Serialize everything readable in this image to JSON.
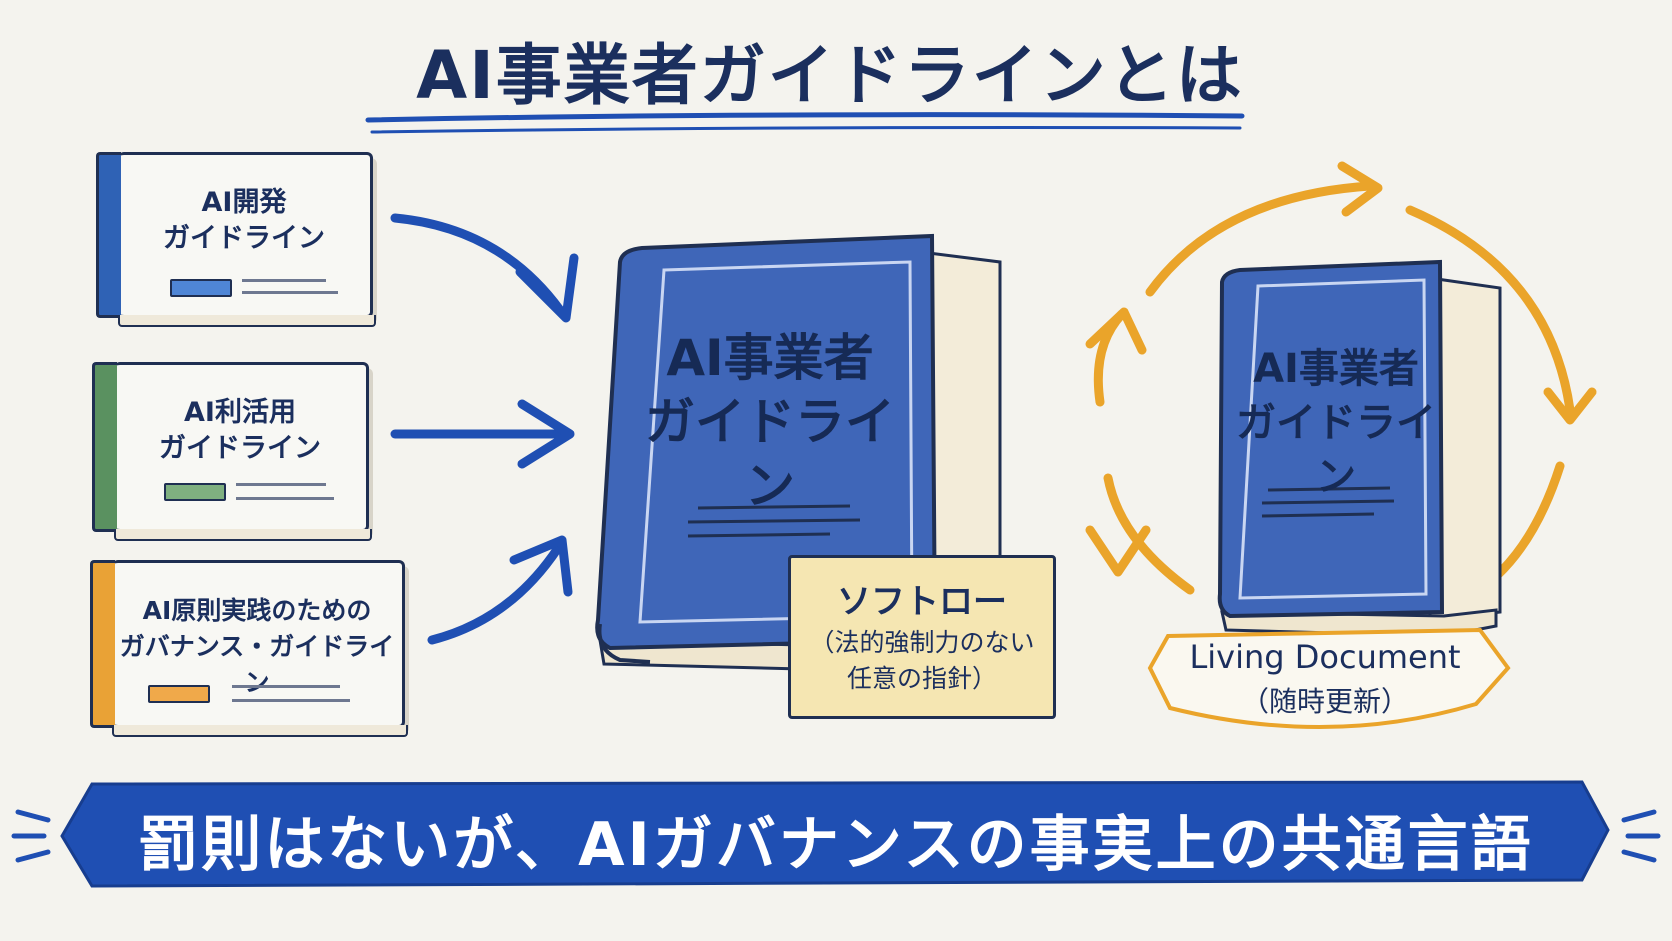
{
  "title": "AI事業者ガイドラインとは",
  "source_books": [
    {
      "label": "AI開発\nガイドライン",
      "color": "#2f62b5"
    },
    {
      "label": "AI利活用\nガイドライン",
      "color": "#5a9160"
    },
    {
      "label": "AI原則実践のための\nガバナンス・ガイドライン",
      "color": "#e9a236"
    }
  ],
  "main_book": {
    "label": "AI事業者\nガイドライン",
    "color": "#3f66b8"
  },
  "soft_law": {
    "title": "ソフトロー",
    "description": "（法的強制力のない\n任意の指針）"
  },
  "living_document": {
    "book_label": "AI事業者\nガイドライン",
    "title": "Living Document",
    "subtitle": "（随時更新）",
    "cycle_color": "#eaa42a"
  },
  "banner": {
    "text": "罰則はないが、AIガバナンスの事実上の共通言語",
    "color": "#1f4fb3"
  },
  "colors": {
    "ink": "#1b2f5e",
    "arrow": "#1f4fb3",
    "background": "#f4f3ee"
  }
}
